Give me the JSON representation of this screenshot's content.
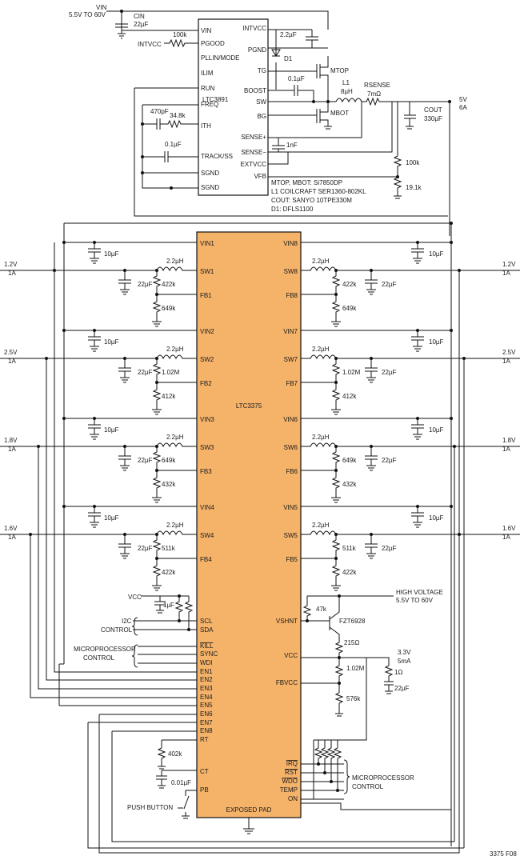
{
  "colors": {
    "chip_fill": "#f5b36a",
    "wire": "#111111",
    "background": "#ffffff"
  },
  "vin": {
    "label": "VIN",
    "range": "5.5V TO 60V"
  },
  "cin": {
    "name": "CIN",
    "value": "22µF"
  },
  "intvcc_net": {
    "label": "INTVCC",
    "resistor": "100k"
  },
  "controller": {
    "name": "LTC3891",
    "left_pins": [
      "VIN",
      "PGOOD",
      "PLLIN/MODE",
      "ILIM",
      "RUN",
      "FREQ",
      "ITH",
      "TRACK/SS",
      "SGND",
      "SGND"
    ],
    "right_pins": [
      "INTVCC",
      "PGND",
      "TG",
      "BOOST",
      "SW",
      "BG",
      "SENSE+",
      "SENSE−",
      "EXTVCC",
      "VFB"
    ]
  },
  "ctrl_parts": {
    "c_intvcc": "2.2µF",
    "d1": "D1",
    "mtop": "MTOP",
    "mbot": "MBOT",
    "c_boost": "0.1µF",
    "l1_name": "L1",
    "l1_value": "8µH",
    "rsense_name": "RSENSE",
    "rsense_value": "7mΩ",
    "cout_name": "COUT",
    "cout_value": "330µF",
    "out_v": "5V",
    "out_i": "6A",
    "c_freq": "470pF",
    "r_ith": "34.8k",
    "c_ss": "0.1µF",
    "c_sense": "1nF",
    "r_fb_top": "100k",
    "r_fb_bot": "19.1k"
  },
  "bom_notes": [
    "MTOP, MBOT: Si7850DP",
    "L1 COILCRAFT SER1360-802KL",
    "COUT: SANYO 10TPE330M",
    "D1: DFLS1100"
  ],
  "pmic": {
    "name": "LTC3375",
    "exposed_pad": "EXPOSED PAD",
    "left_pins_bottom": [
      "SCL",
      "SDA",
      "KILL",
      "SYNC",
      "WDI",
      "EN1",
      "EN2",
      "EN3",
      "EN4",
      "EN5",
      "EN6",
      "EN7",
      "EN8",
      "RT",
      "CT",
      "PB"
    ],
    "right_pins_bottom": [
      "VSHNT",
      "VCC",
      "FBVCC",
      "IRQ",
      "RST",
      "WDO",
      "TEMP",
      "ON"
    ]
  },
  "channels": [
    {
      "vin": "VIN1",
      "sw": "SW1",
      "fb": "FB1",
      "cin": "10µF",
      "l": "2.2µH",
      "cout": "22µF",
      "r_top": "422k",
      "r_bot": "649k",
      "v": "1.2V",
      "i": "1A"
    },
    {
      "vin": "VIN2",
      "sw": "SW2",
      "fb": "FB2",
      "cin": "10µF",
      "l": "2.2µH",
      "cout": "22µF",
      "r_top": "1.02M",
      "r_bot": "412k",
      "v": "2.5V",
      "i": "1A"
    },
    {
      "vin": "VIN3",
      "sw": "SW3",
      "fb": "FB3",
      "cin": "10µF",
      "l": "2.2µH",
      "cout": "22µF",
      "r_top": "649k",
      "r_bot": "432k",
      "v": "1.8V",
      "i": "1A"
    },
    {
      "vin": "VIN4",
      "sw": "SW4",
      "fb": "FB4",
      "cin": "10µF",
      "l": "2.2µH",
      "cout": "22µF",
      "r_top": "511k",
      "r_bot": "422k",
      "v": "1.6V",
      "i": "1A"
    },
    {
      "vin": "VIN8",
      "sw": "SW8",
      "fb": "FB8",
      "cin": "10µF",
      "l": "2.2µH",
      "cout": "22µF",
      "r_top": "422k",
      "r_bot": "649k",
      "v": "1.2V",
      "i": "1A"
    },
    {
      "vin": "VIN7",
      "sw": "SW7",
      "fb": "FB7",
      "cin": "10µF",
      "l": "2.2µH",
      "cout": "22µF",
      "r_top": "1.02M",
      "r_bot": "412k",
      "v": "2.5V",
      "i": "1A"
    },
    {
      "vin": "VIN6",
      "sw": "SW6",
      "fb": "FB6",
      "cin": "10µF",
      "l": "2.2µH",
      "cout": "22µF",
      "r_top": "649k",
      "r_bot": "432k",
      "v": "1.8V",
      "i": "1A"
    },
    {
      "vin": "VIN5",
      "sw": "SW5",
      "fb": "FB5",
      "cin": "10µF",
      "l": "2.2µH",
      "cout": "22µF",
      "r_top": "511k",
      "r_bot": "422k",
      "v": "1.6V",
      "i": "1A"
    }
  ],
  "lower": {
    "vcc_label": "VCC",
    "c_vcc": "1µF",
    "i2c_line1": "I2C",
    "i2c_line2": "CONTROL",
    "mp_line1": "MICROPROCESSOR",
    "mp_line2": "CONTROL",
    "r_rt": "402k",
    "c_ct": "0.01µF",
    "push_button": "PUSH BUTTON",
    "hv_line1": "HIGH VOLTAGE",
    "hv_line2": "5.5V TO 60V",
    "r_shnt": "47k",
    "transistor": "FZT6928",
    "r_base": "215Ω",
    "vcc_out_v": "3.3V",
    "vcc_out_i": "5mA",
    "r_vcc_series": "1Ω",
    "c_vcc_out": "22µF",
    "r_fbvcc_top": "1.02M",
    "r_fbvcc_bot": "576k",
    "mp2_line1": "MICROPROCESSOR",
    "mp2_line2": "CONTROL"
  },
  "figure_id": "3375 F08"
}
